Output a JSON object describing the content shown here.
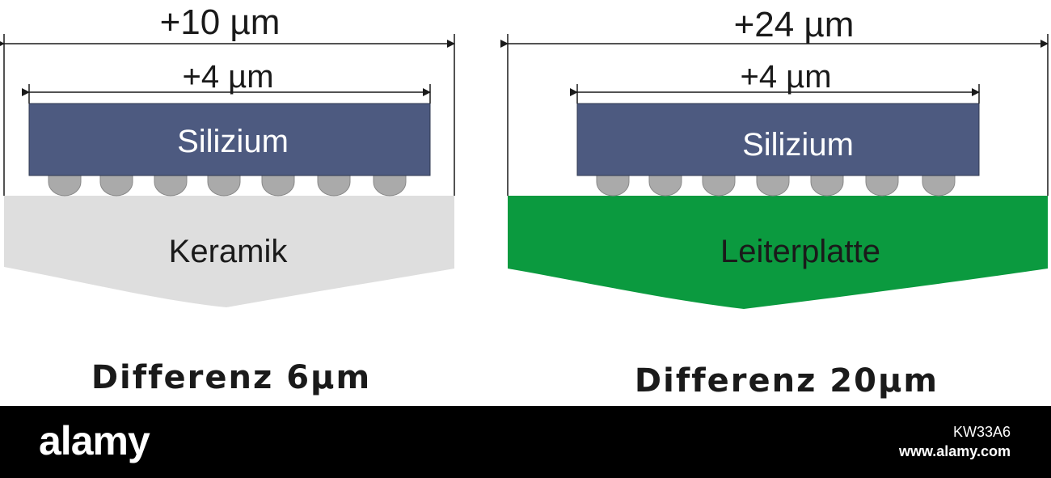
{
  "colors": {
    "silicon": "#4d5a80",
    "ceramic": "#dedede",
    "pcb": "#0b9a3f",
    "bump": "#aaaaaa",
    "line": "#1a1a1a"
  },
  "left": {
    "outer_dim": "+10 µm",
    "inner_dim": "+4 µm",
    "chip_label": "Silizium",
    "substrate_label": "Keramik",
    "difference": "Differenz 6µm"
  },
  "right": {
    "outer_dim": "+24 µm",
    "inner_dim": "+4 µm",
    "chip_label": "Silizium",
    "substrate_label": "Leiterplatte",
    "difference": "Differenz 20µm"
  },
  "footer": {
    "logo": "alamy",
    "image_id": "KW33A6",
    "url": "www.alamy.com"
  }
}
